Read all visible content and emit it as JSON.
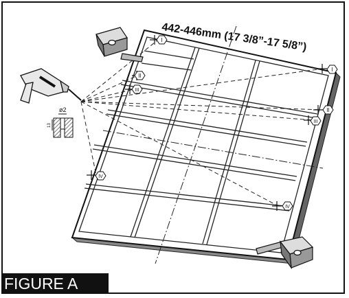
{
  "figure": {
    "label": "FIGURE A",
    "dimension_text": "442-446mm (17 3/8”-17 5/8”)",
    "hole_diameter": "ø2",
    "hole_depth": "13",
    "markers": [
      "I",
      "I",
      "II",
      "II",
      "III",
      "III",
      "IV",
      "IV"
    ]
  }
}
